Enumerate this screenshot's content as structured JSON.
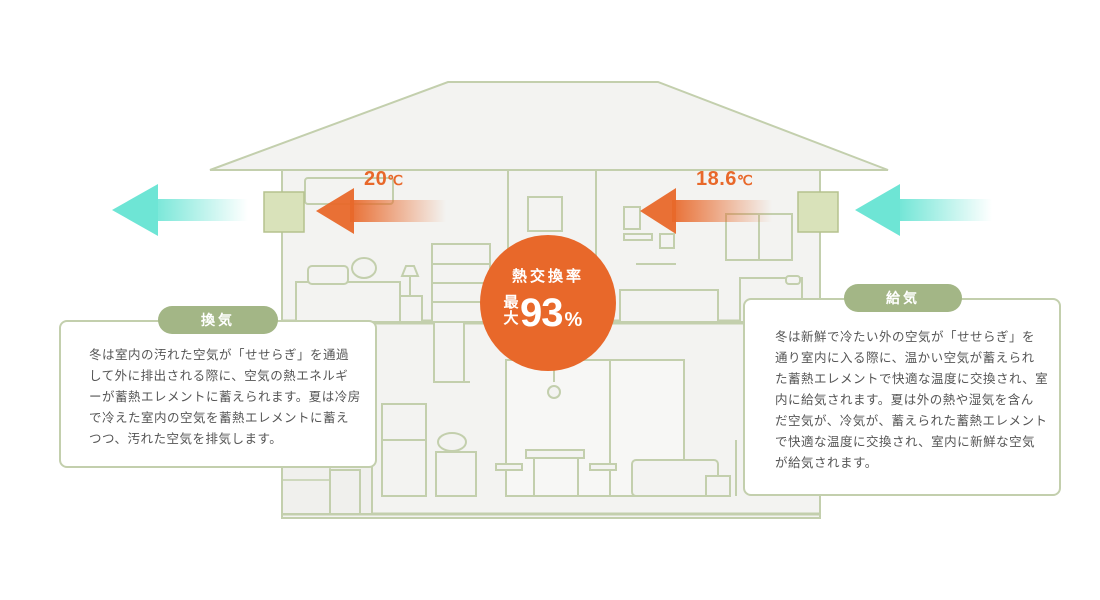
{
  "exhaust_temp": {
    "value": "20",
    "unit": "℃"
  },
  "supply_temp": {
    "value": "18.6",
    "unit": "℃"
  },
  "badge": {
    "label": "熱交換率",
    "max_label": "最大",
    "value": "93",
    "unit": "%"
  },
  "exhaust_card": {
    "title": "換気",
    "lines": [
      "冬は室内の汚れた空気が「せせらぎ」を通過",
      "して外に排出される際に、空気の熱エネルギ",
      "ーが蓄熱エレメントに蓄えられます。夏は冷房",
      "で冷えた室内の空気を蓄熱エレメントに蓄え",
      "つつ、汚れた空気を排気します。"
    ]
  },
  "supply_card": {
    "title": "給気",
    "lines": [
      "冬は新鮮で冷たい外の空気が「せせらぎ」を",
      "通り室内に入る際に、温かい空気が蓄えられ",
      "た蓄熱エレメントで快適な温度に交換され、室",
      "内に給気されます。夏は外の熱や湿気を含ん",
      "だ空気が、冷気が、蓄えられた蓄熱エレメント",
      "で快適な温度に交換され、室内に新鮮な空気",
      "が給気されます。"
    ]
  },
  "colors": {
    "line": "#c3cfad",
    "house_fill": "#f3f3f1",
    "orange": "#e8682a",
    "cyan_arrow": "#6ee5d5",
    "unit_fill": "#d9e2ba",
    "pill": "#a3b686"
  }
}
